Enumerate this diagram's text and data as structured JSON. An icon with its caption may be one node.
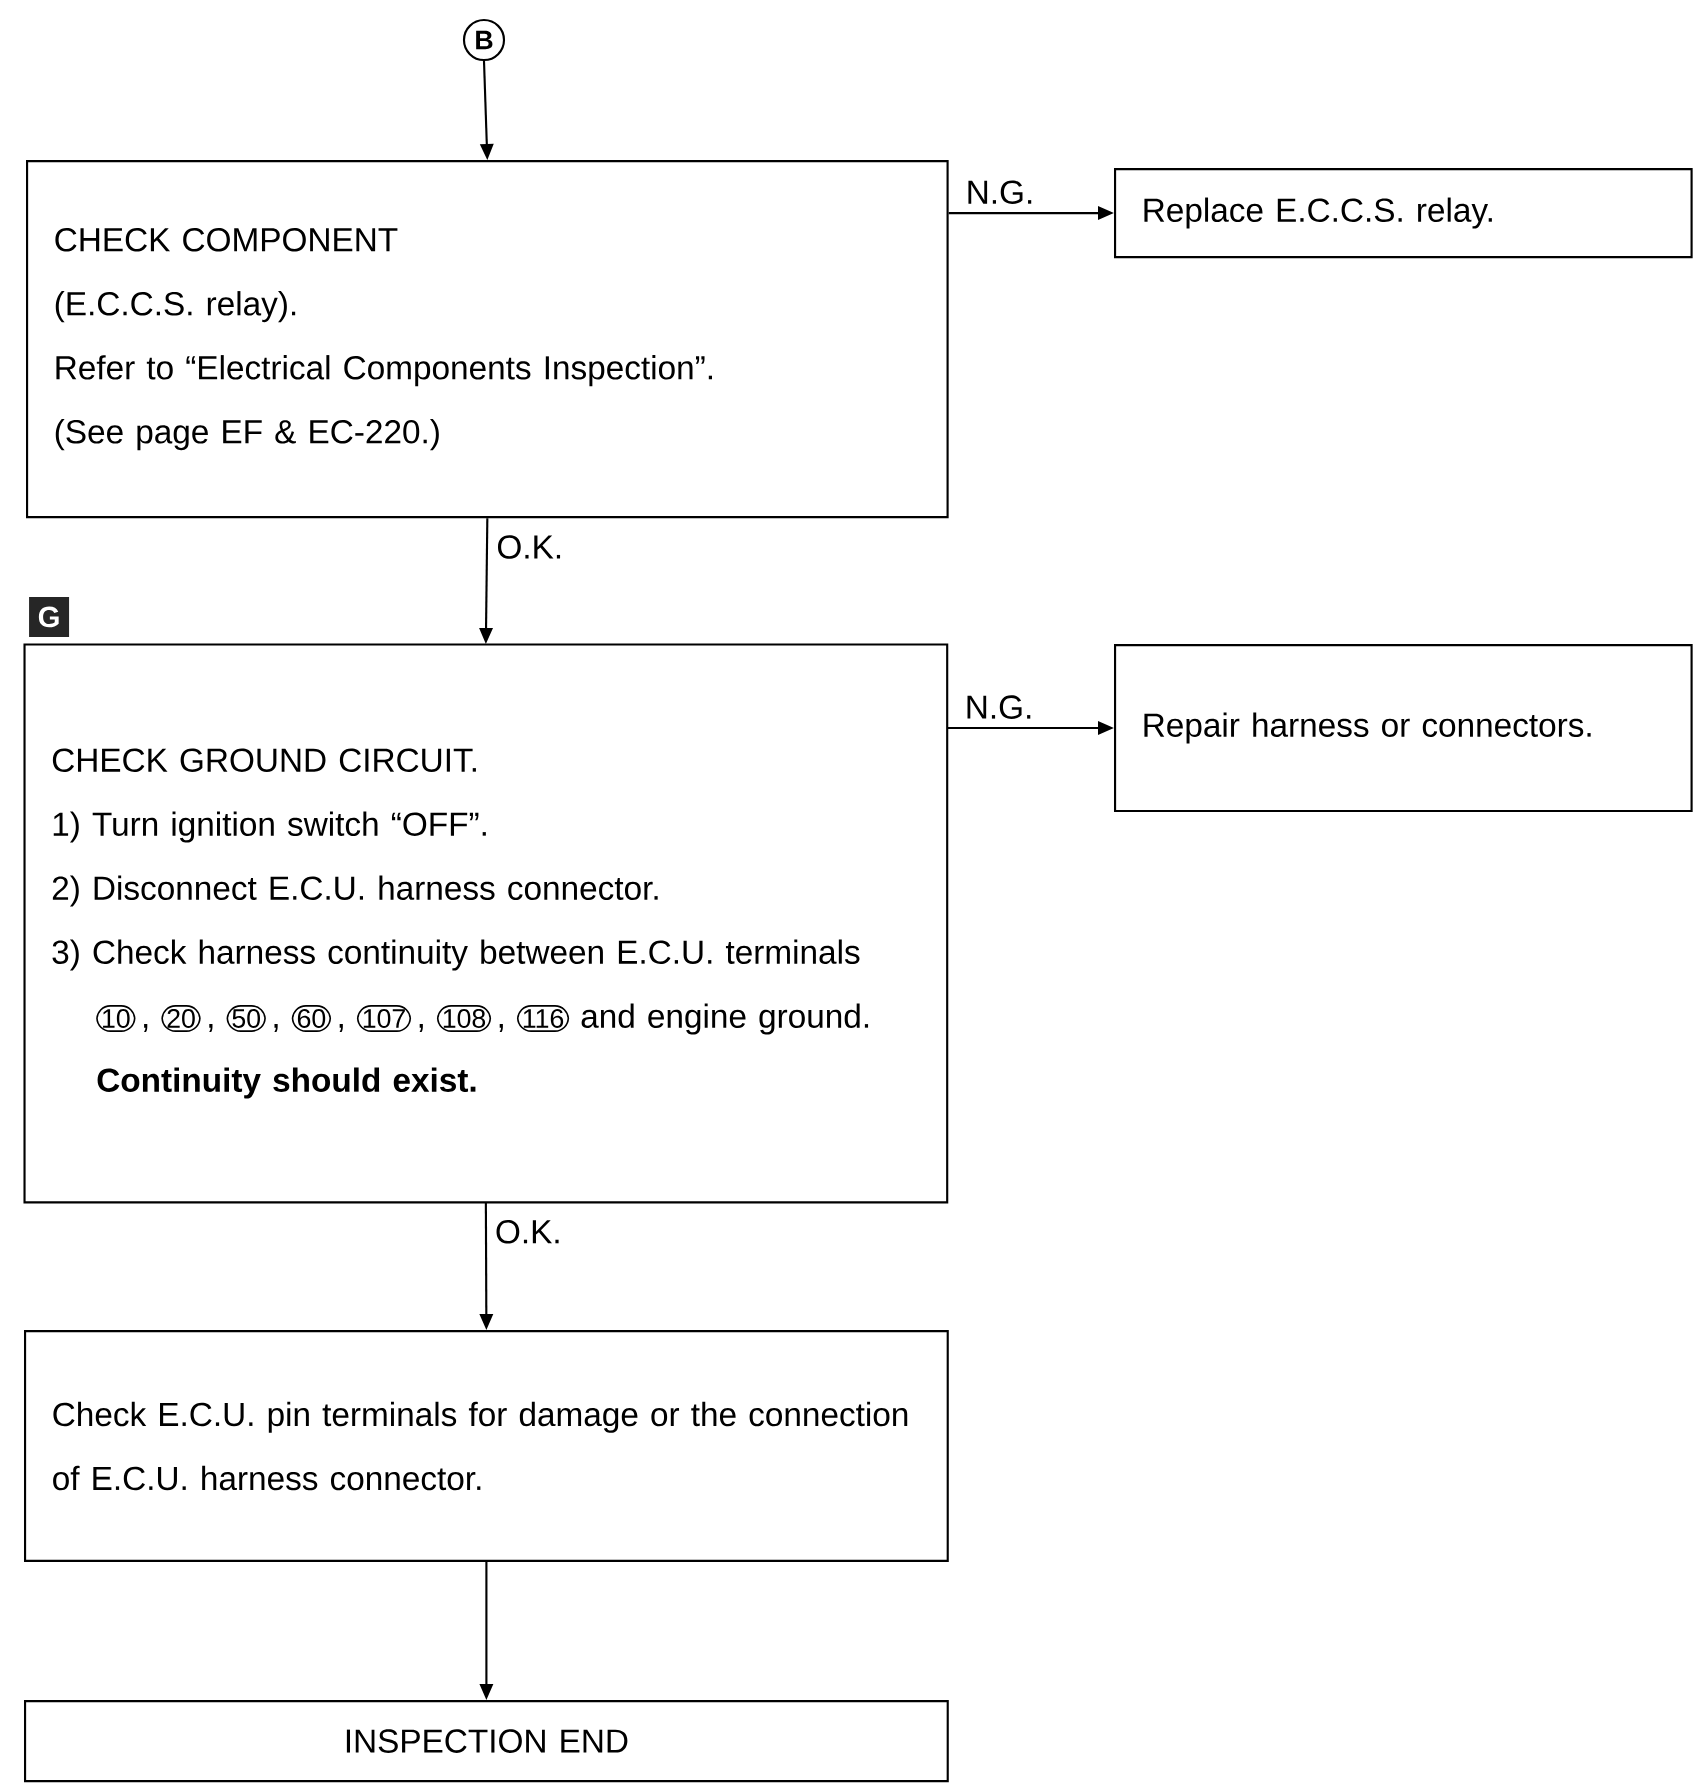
{
  "diagram": {
    "nodes": [
      {
        "text": [
          "B"
        ]
      },
      {
        "text": [
          "CHECK COMPONENT",
          "(E.C.C.S. relay).",
          "Refer to “Electrical Components Inspection”.",
          "(See page EF & EC-220.)"
        ]
      },
      {
        "text": [
          "Replace E.C.C.S. relay."
        ]
      },
      {
        "text": [
          "CHECK GROUND CIRCUIT.",
          "1) Turn ignition switch “OFF”.",
          "2) Disconnect E.C.U. harness connector.",
          "3) Check harness continuity between E.C.U. terminals",
          "10",
          ",",
          "20",
          ",",
          "50",
          ",",
          "60",
          ",",
          "107",
          ",",
          "108",
          ",",
          "116",
          "and engine ground.",
          "Continuity should exist."
        ],
        "beside": [
          "G"
        ]
      },
      {
        "text": [
          "Repair harness or connectors."
        ]
      },
      {
        "text": [
          "Check E.C.U. pin terminals for damage or the connection of E.C.U. harness connector."
        ]
      },
      {
        "text": [
          "INSPECTION END"
        ]
      }
    ],
    "edges": [
      {
        "from": 0,
        "to": 1,
        "arrow": "to"
      },
      {
        "from": 1,
        "to": 2,
        "arrow": "to",
        "label": "N.G."
      },
      {
        "from": 1,
        "to": 3,
        "arrow": "to",
        "label": "O.K."
      },
      {
        "from": 3,
        "to": 4,
        "arrow": "to",
        "label": "N.G."
      },
      {
        "from": 3,
        "to": 5,
        "arrow": "to",
        "label": "O.K."
      },
      {
        "from": 5,
        "to": 6,
        "arrow": "to"
      }
    ]
  }
}
